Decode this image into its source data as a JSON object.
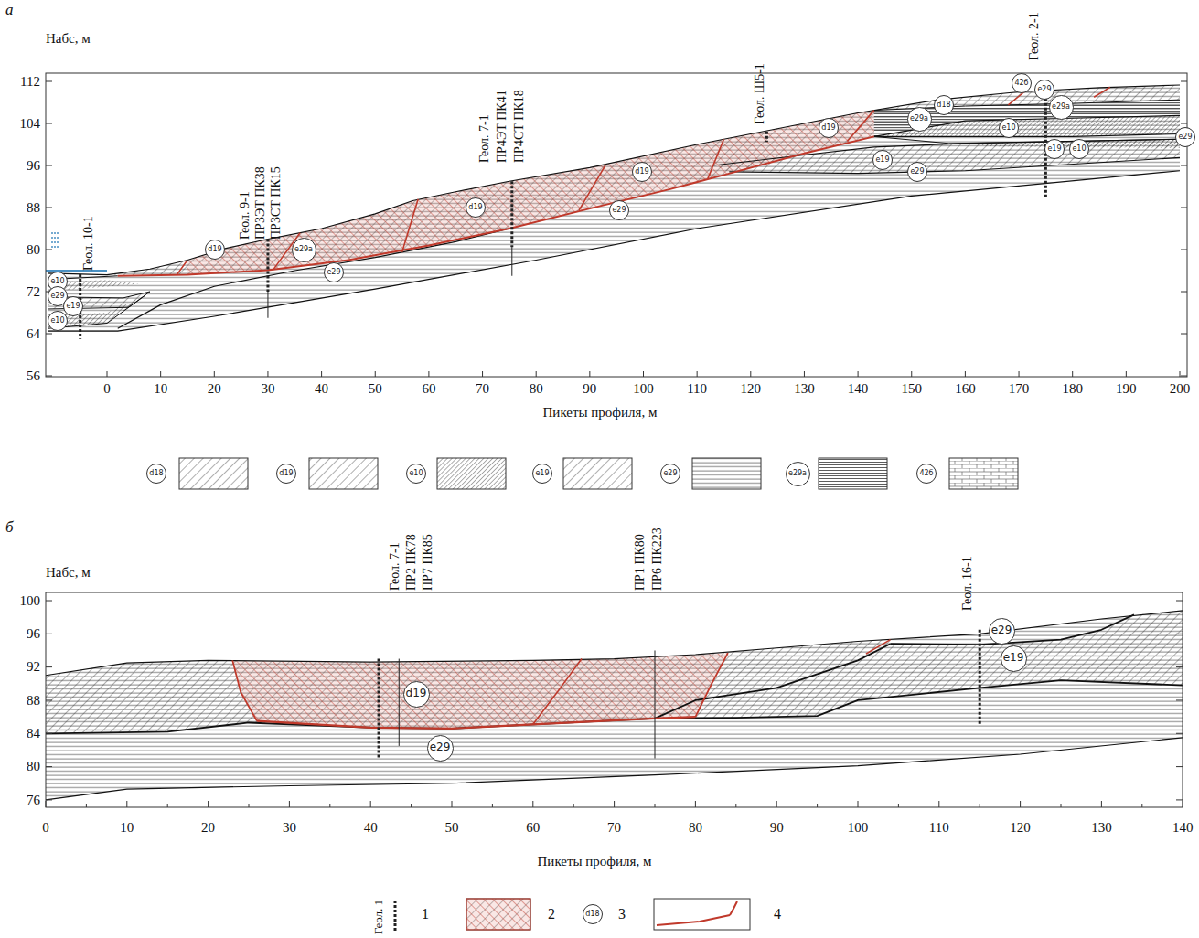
{
  "diagram": {
    "nodes": [
      {
        "text": [
          "42б"
        ]
      },
      {
        "text": [
          "e29"
        ]
      },
      {
        "text": [
          "d18"
        ]
      },
      {
        "text": [
          "e29a"
        ]
      },
      {
        "text": [
          "e29a"
        ]
      },
      {
        "text": [
          "d19"
        ]
      },
      {
        "text": [
          "e10"
        ]
      },
      {
        "text": [
          "e29"
        ]
      },
      {
        "text": [
          "e19"
        ]
      },
      {
        "text": [
          "e10"
        ]
      },
      {
        "text": [
          "e19"
        ]
      },
      {
        "text": [
          "e29"
        ]
      },
      {
        "text": [
          "d19"
        ]
      },
      {
        "text": [
          "d19"
        ]
      },
      {
        "text": [
          "e29"
        ]
      },
      {
        "text": [
          "d19"
        ]
      },
      {
        "text": [
          "e29a"
        ]
      },
      {
        "text": [
          "e29"
        ]
      },
      {
        "text": [
          "e10"
        ]
      },
      {
        "text": [
          "e29"
        ]
      },
      {
        "text": [
          "e19"
        ]
      },
      {
        "text": [
          "e10"
        ]
      },
      {
        "text": [
          "d19"
        ]
      },
      {
        "text": [
          "e29"
        ]
      },
      {
        "text": [
          "e29"
        ]
      },
      {
        "text": [
          "e19"
        ]
      },
      {
        "text": [
          "d18"
        ]
      }
    ],
    "labels": [
      "а",
      "Hабс, м",
      "112",
      "104",
      "96",
      "88",
      "80",
      "72",
      "64",
      "56",
      "0",
      "10",
      "20",
      "30",
      "40",
      "50",
      "60",
      "70",
      "80",
      "90",
      "100",
      "110",
      "120",
      "130",
      "140",
      "150",
      "160",
      "170",
      "180",
      "190",
      "200",
      "Пикеты профиля, м",
      "Геол. 10-1",
      "Геол. 9-1",
      "ПР3ЭТ ПК38",
      "ПР3СТ ПК15",
      "Геол. 7-1",
      "ПР4ЭТ ПК41",
      "ПР4СТ ПК18",
      "Геол. Ш5-1",
      "Геол. 2-1",
      "б",
      "Hабс, м",
      "100",
      "96",
      "92",
      "88",
      "84",
      "80",
      "76",
      "0",
      "10",
      "20",
      "30",
      "40",
      "50",
      "60",
      "70",
      "80",
      "90",
      "100",
      "110",
      "120",
      "130",
      "140",
      "Пикеты профиля, м",
      "Геол. 7-1",
      "ПР2 ПК78",
      "ПР7 ПК85",
      "ПР1 ПК80",
      "ПР6 ПК223",
      "Геол. 16-1",
      "Геол. 1"
    ],
    "legend": [
      {
        "text": "d18"
      },
      {
        "text": "d19"
      },
      {
        "text": "e10"
      },
      {
        "text": "e19"
      },
      {
        "text": "e29"
      },
      {
        "text": "e29a"
      },
      {
        "text": "42б"
      },
      {
        "text": "1"
      },
      {
        "text": "2"
      },
      {
        "text": "3"
      },
      {
        "text": "4"
      }
    ]
  }
}
